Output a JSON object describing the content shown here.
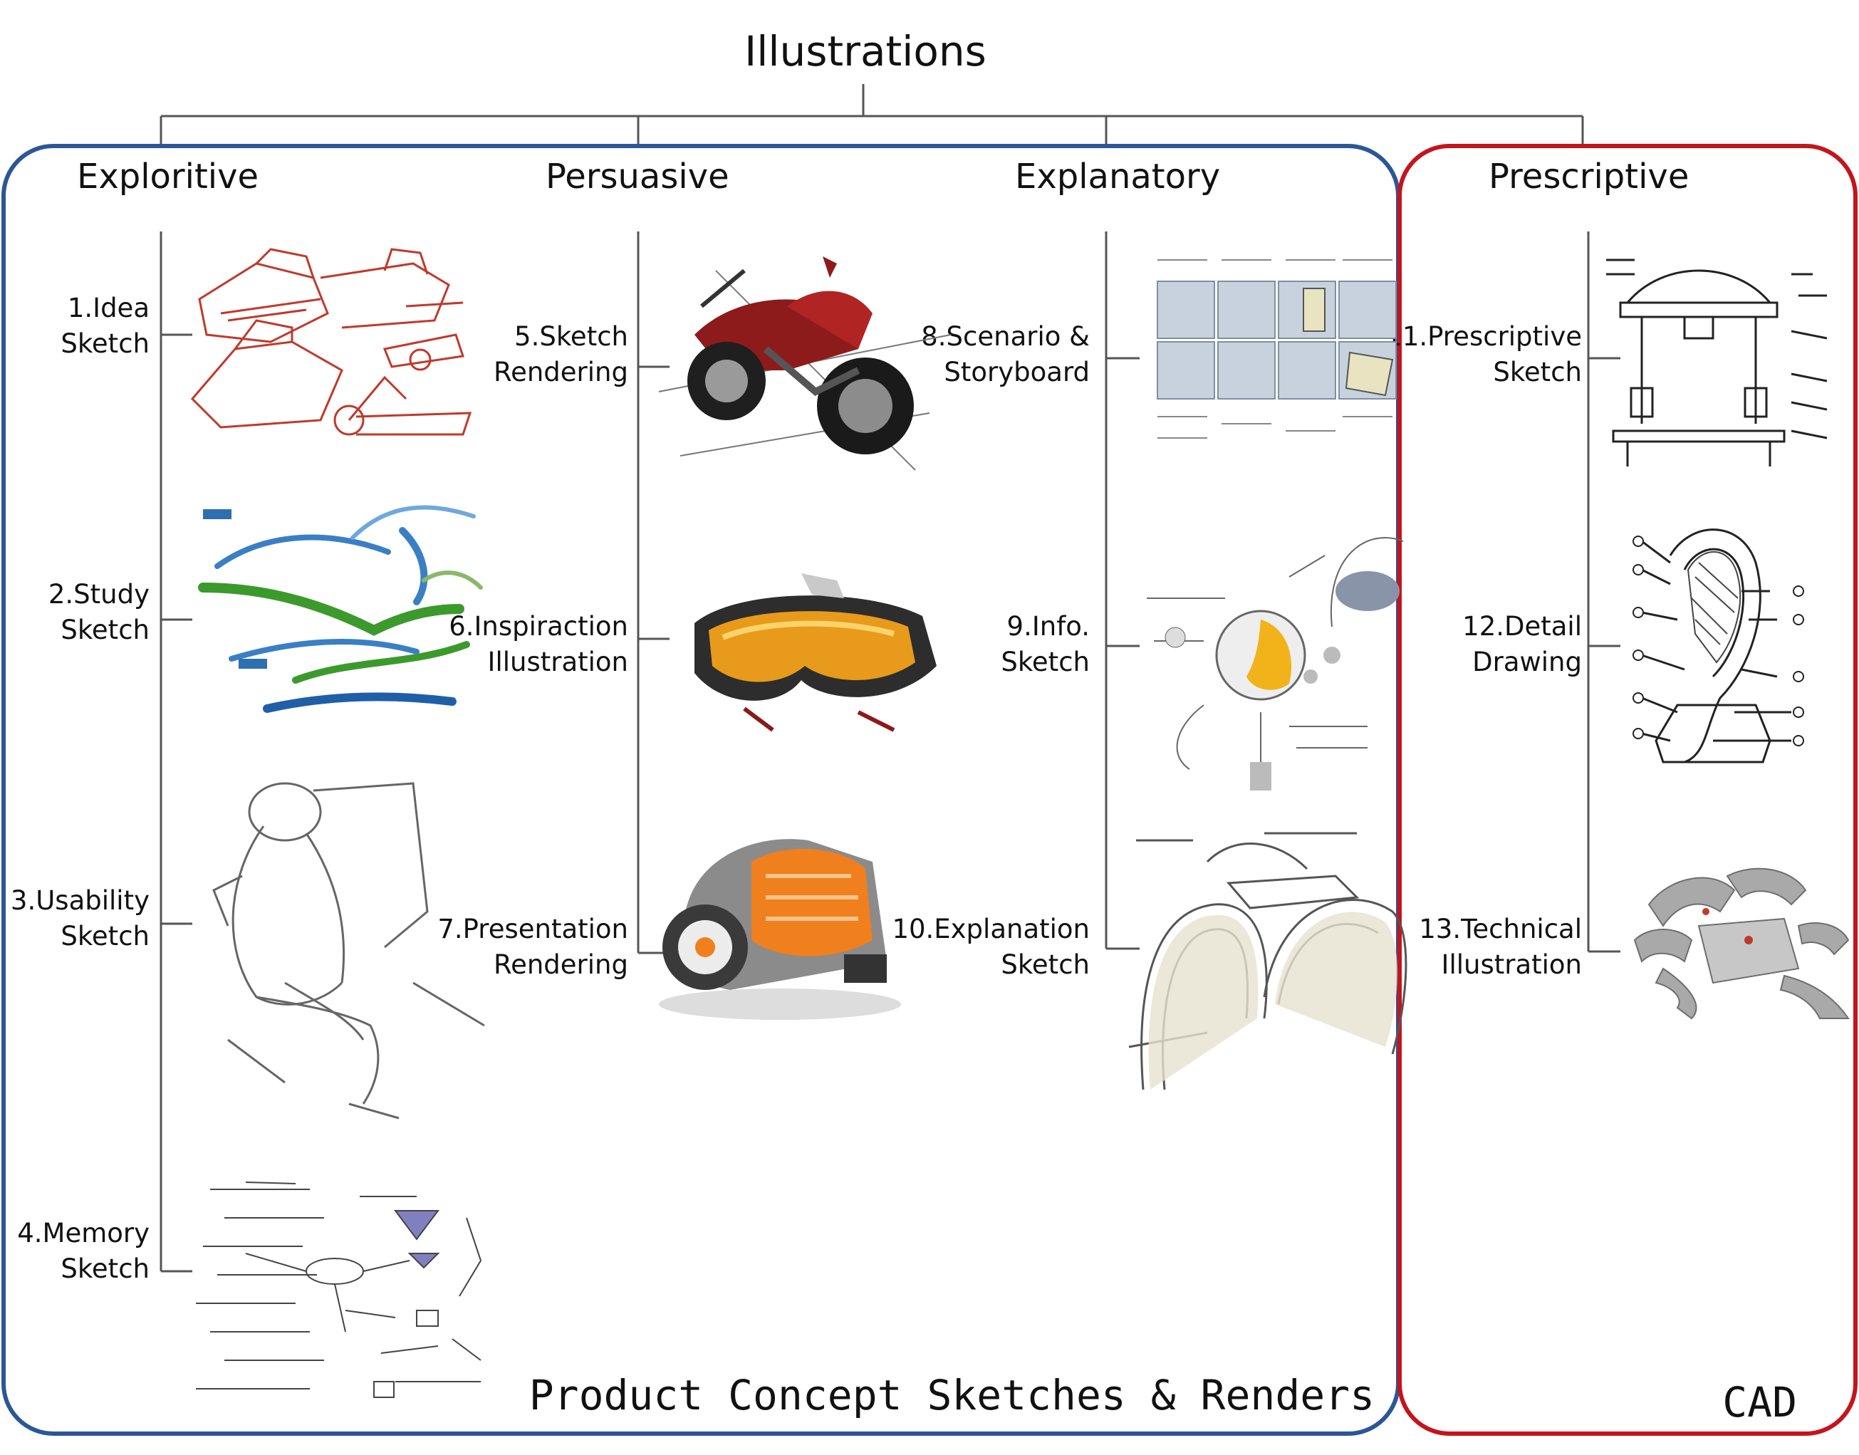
{
  "title": "Illustrations",
  "groups": {
    "product_concept": "Product Concept Sketches & Renders",
    "cad": "CAD"
  },
  "categories": [
    {
      "name": "Exploritive",
      "items": [
        {
          "line1": "1.Idea",
          "line2": "Sketch"
        },
        {
          "line1": "2.Study",
          "line2": "Sketch"
        },
        {
          "line1": "3.Usability",
          "line2": "Sketch"
        },
        {
          "line1": "4.Memory",
          "line2": "Sketch"
        }
      ]
    },
    {
      "name": "Persuasive",
      "items": [
        {
          "line1": "5.Sketch",
          "line2": "Rendering"
        },
        {
          "line1": "6.Inspiraction",
          "line2": "Illustration"
        },
        {
          "line1": "7.Presentation",
          "line2": "Rendering"
        }
      ]
    },
    {
      "name": "Explanatory",
      "items": [
        {
          "line1": "8.Scenario &",
          "line2": "Storyboard"
        },
        {
          "line1": "9.Info.",
          "line2": "Sketch"
        },
        {
          "line1": "10.Explanation",
          "line2": "Sketch"
        }
      ]
    },
    {
      "name": "Prescriptive",
      "items": [
        {
          "line1": "11.Prescriptive",
          "line2": "Sketch"
        },
        {
          "line1": "12.Detail",
          "line2": "Drawing"
        },
        {
          "line1": "13.Technical",
          "line2": "Illustration"
        }
      ]
    }
  ],
  "colors": {
    "blue_frame": "#2c5696",
    "red_frame": "#c4141c",
    "tree_line": "#555555"
  }
}
